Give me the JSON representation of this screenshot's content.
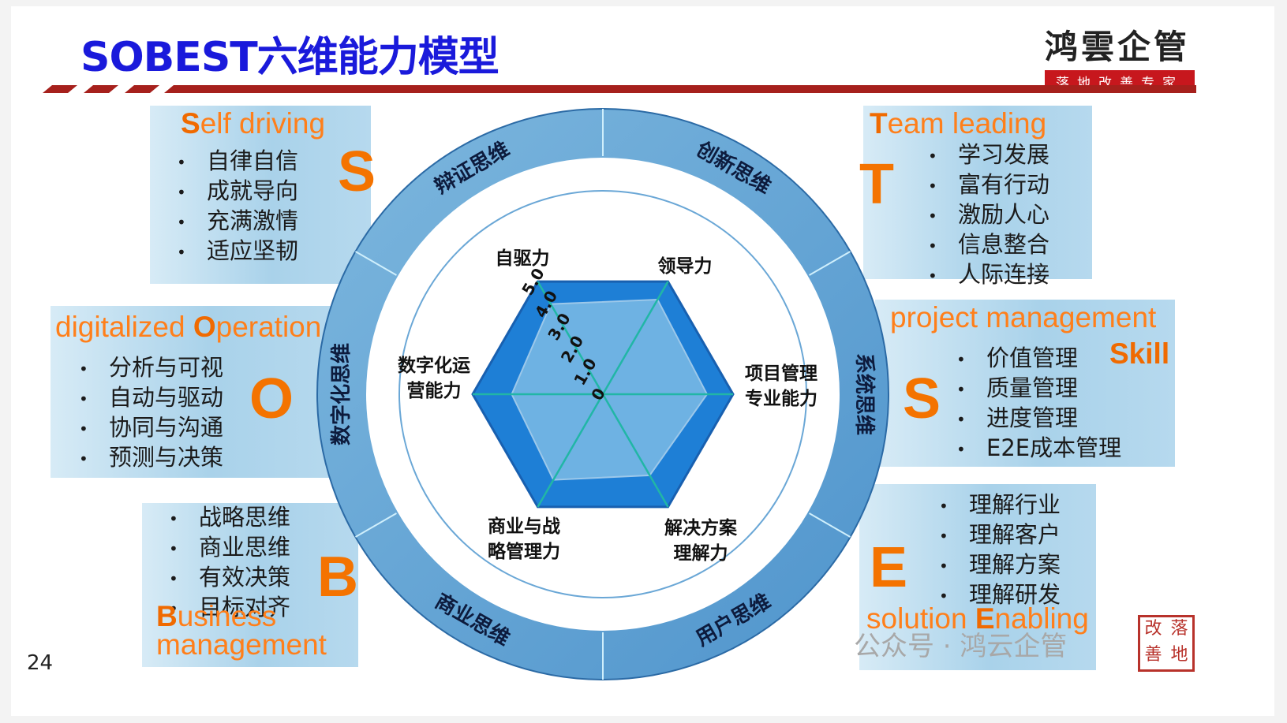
{
  "title": "SOBEST六维能力模型",
  "logo": {
    "name": "鸿雲企管",
    "tagline": "落地改善专家"
  },
  "page_number": "24",
  "watermark": "公众号 · 鸿云企管",
  "seal_chars": [
    "改",
    "落",
    "善",
    "地"
  ],
  "colors": {
    "accent": "#f47300",
    "title": "#1a1adb",
    "ring": "#5a9fd1",
    "radar_outer": "#1e7fd6",
    "radar_inner": "#6eb2e3"
  },
  "panels": {
    "s_self": {
      "title_cap": "S",
      "title_rest": "elf driving",
      "letter": "S",
      "items": [
        "自律自信",
        "成就导向",
        "充满激情",
        "适应坚韧"
      ]
    },
    "t_team": {
      "title_cap": "T",
      "title_rest": "eam leading",
      "letter": "T",
      "items": [
        "学习发展",
        "富有行动",
        "激励人心",
        "信息整合",
        "人际连接"
      ]
    },
    "o_ops": {
      "title_pre": "digitalized ",
      "title_cap": "O",
      "title_rest": "peration",
      "letter": "O",
      "items": [
        "分析与可视",
        "自动与驱动",
        "协同与沟通",
        "预测与决策"
      ]
    },
    "s_skill": {
      "title": "project management",
      "title_skill": "Skill",
      "letter": "S",
      "items": [
        "价值管理",
        "质量管理",
        "进度管理",
        "E2E成本管理"
      ]
    },
    "b_biz": {
      "items": [
        "战略思维",
        "商业思维",
        "有效决策",
        "目标对齐"
      ],
      "letter": "B",
      "title_cap": "B",
      "title_rest": "usiness",
      "title_line2": "management"
    },
    "e_sol": {
      "items": [
        "理解行业",
        "理解客户",
        "理解方案",
        "理解研发"
      ],
      "letter": "E",
      "title_pre": "solution ",
      "title_cap": "E",
      "title_rest": "nabling"
    }
  },
  "ring_labels": [
    "辩证思维",
    "创新思维",
    "系统思维",
    "用户思维",
    "商业思维",
    "数字化思维"
  ],
  "chart_data": {
    "type": "radar",
    "axes": [
      "自驱力",
      "领导力",
      "项目管理专业能力",
      "解决方案理解力",
      "商业与战略管理力",
      "数字化运营能力"
    ],
    "axis_labels": [
      [
        "自驱力"
      ],
      [
        "领导力"
      ],
      [
        "项目管理",
        "专业能力"
      ],
      [
        "解决方案",
        "理解力"
      ],
      [
        "商业与战",
        "略管理力"
      ],
      [
        "数字化运",
        "营能力"
      ]
    ],
    "scale": [
      "0",
      "1.0",
      "2.0",
      "3.0",
      "4.0",
      "5.0"
    ],
    "range": [
      0,
      5
    ],
    "series": [
      {
        "values": [
          5,
          5,
          5,
          5,
          5,
          5
        ]
      },
      {
        "values": [
          4.0,
          4.2,
          4.0,
          3.6,
          3.8,
          3.5
        ]
      }
    ]
  }
}
